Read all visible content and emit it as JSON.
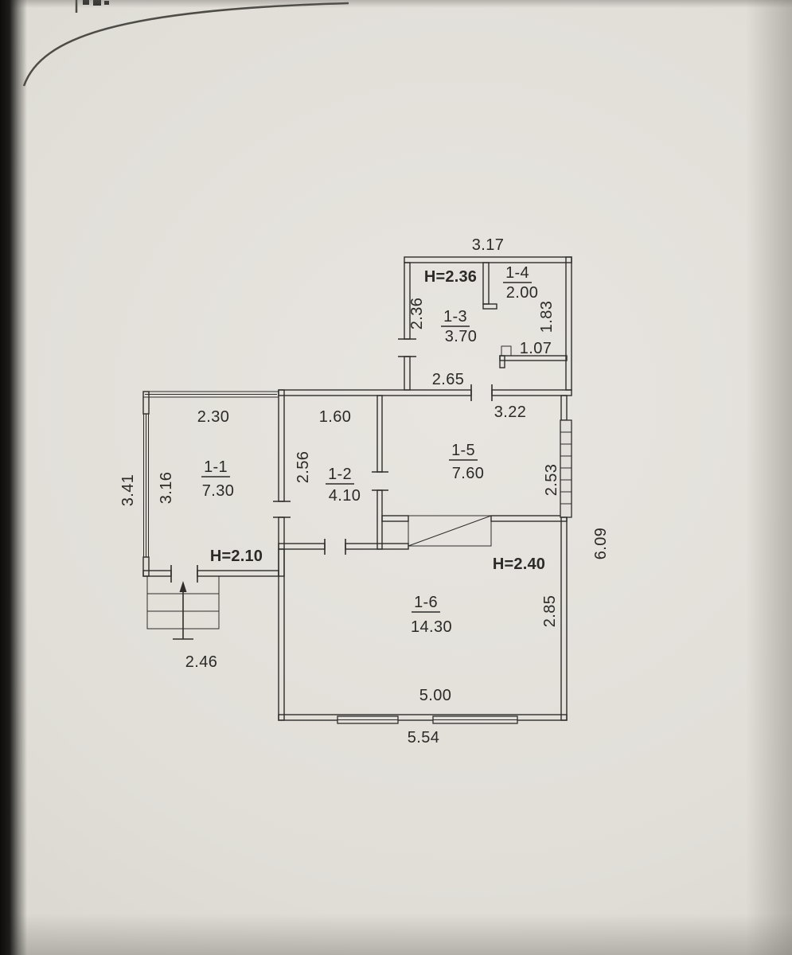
{
  "colors": {
    "paper": "#e4e1dc",
    "ink": "#2b2a27"
  },
  "plan": {
    "annex": {
      "width_top": "3.17",
      "height_label": "H=2.36",
      "room_14": {
        "name": "1-4",
        "area": "2.00"
      },
      "room_13": {
        "name": "1-3",
        "area": "3.70"
      },
      "dim_left": "2.36",
      "dim_right": "1.83",
      "dim_partition": "1.07",
      "dim_bottom": "2.65"
    },
    "room_11": {
      "name": "1-1",
      "area": "7.30",
      "height_label": "H=2.10",
      "dim_top": "2.30",
      "dim_left_outer": "3.41",
      "dim_left_inner": "3.16"
    },
    "room_12": {
      "name": "1-2",
      "area": "4.10",
      "dim_top": "1.60",
      "dim_left": "2.56"
    },
    "room_15": {
      "name": "1-5",
      "area": "7.60",
      "dim_top": "3.22",
      "dim_right": "2.53"
    },
    "room_16": {
      "name": "1-6",
      "area": "14.30",
      "height_label": "H=2.40",
      "dim_right": "2.85",
      "dim_bottom_inner": "5.00",
      "dim_bottom_outer": "5.54"
    },
    "dim_right_outer": "6.09",
    "porch": {
      "dim_bottom": "2.46"
    }
  }
}
